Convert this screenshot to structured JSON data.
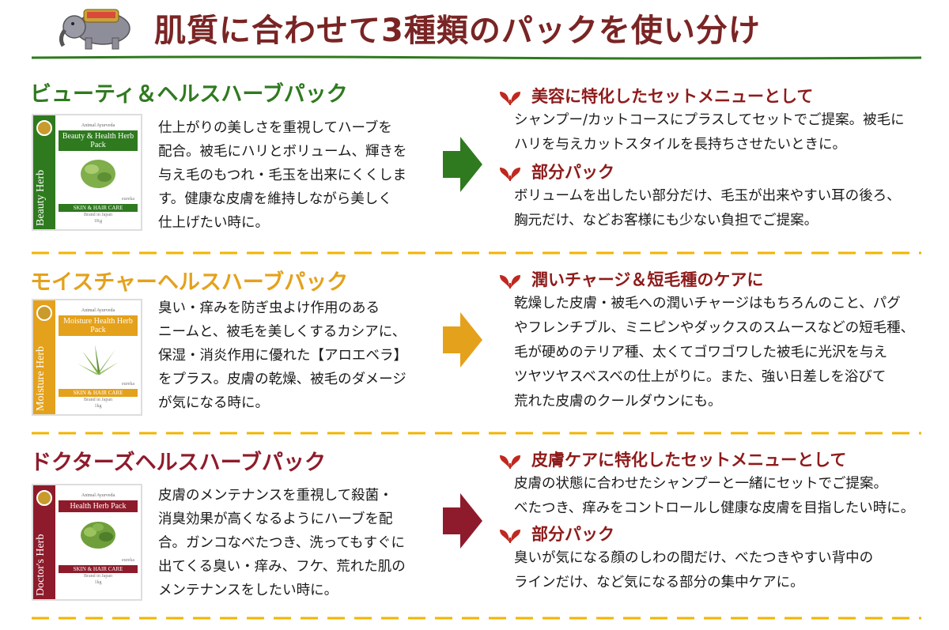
{
  "title": "肌質に合わせて3種類のパックを使い分け",
  "colors": {
    "title": "#7a2424",
    "green": "#2f7a1f",
    "orange": "#e4a11b",
    "maroon": "#8e1b2b",
    "dash": "#f2b400"
  },
  "sections": [
    {
      "name": "ビューティ＆ヘルスハーブパック",
      "product": {
        "band": "Beauty Herb",
        "brandline": "Animal Ayurveda",
        "name": "Beauty & Health Herb Pack",
        "brand": "eureka",
        "care": "SKIN & HAIR CARE",
        "origin": "Brand in Japan",
        "weight": "1Kg"
      },
      "description": "仕上がりの美しさを重視してハーブを\n配合。被毛にハリとボリューム、輝きを\n与え毛のもつれ・毛玉を出来にくくしま\nす。健康な皮膚を維持しながら美しく\n仕上げたい時に。",
      "points": [
        {
          "heading": "美容に特化したセットメニューとして",
          "text": "シャンプー/カットコースにプラスしてセットでご提案。被毛に\nハリを与えカットスタイルを長持ちさせたいときに。"
        },
        {
          "heading": "部分パック",
          "text": "ボリュームを出したい部分だけ、毛玉が出来やすい耳の後ろ、\n胸元だけ、などお客様にも少ない負担でご提案。"
        }
      ]
    },
    {
      "name": "モイスチャーヘルスハーブパック",
      "product": {
        "band": "Moisture Herb",
        "brandline": "Animal Ayurveda",
        "name": "Moisture Health Herb Pack",
        "brand": "eureka",
        "care": "SKIN & HAIR CARE",
        "origin": "Brand in Japan",
        "weight": "1kg"
      },
      "description": "臭い・痒みを防ぎ虫よけ作用のある\nニームと、被毛を美しくするカシアに、\n保湿・消炎作用に優れた【アロエベラ】\nをプラス。皮膚の乾燥、被毛のダメージ\nが気になる時に。",
      "points": [
        {
          "heading": "潤いチャージ＆短毛種のケアに",
          "text": "乾燥した皮膚・被毛への潤いチャージはもちろんのこと、パグ\nやフレンチブル、ミニピンやダックスのスムースなどの短毛種、\n毛が硬めのテリア種、太くてゴワゴワした被毛に光沢を与え\nツヤツヤスベスベの仕上がりに。また、強い日差しを浴びて\n荒れた皮膚のクールダウンにも。"
        }
      ]
    },
    {
      "name": "ドクターズヘルスハーブパック",
      "product": {
        "band": "Doctor's Herb",
        "brandline": "Animal Ayurveda",
        "name": "Health Herb Pack",
        "brand": "eureka",
        "care": "SKIN & HAIR CARE",
        "origin": "Brand in Japan",
        "weight": "1kg"
      },
      "description": "皮膚のメンテナンスを重視して殺菌・\n消臭効果が高くなるようにハーブを配\n合。ガンコなべたつき、洗ってもすぐに\n出てくる臭い・痒み、フケ、荒れた肌の\nメンテナンスをしたい時に。",
      "points": [
        {
          "heading": "皮膚ケアに特化したセットメニューとして",
          "text": "皮膚の状態に合わせたシャンプーと一緒にセットでご提案。\nべたつき、痒みをコントロールし健康な皮膚を目指したい時に。"
        },
        {
          "heading": "部分パック",
          "text": "臭いが気になる顔のしわの間だけ、べたつきやすい背中の\nラインだけ、など気になる部分の集中ケアに。"
        }
      ]
    }
  ]
}
